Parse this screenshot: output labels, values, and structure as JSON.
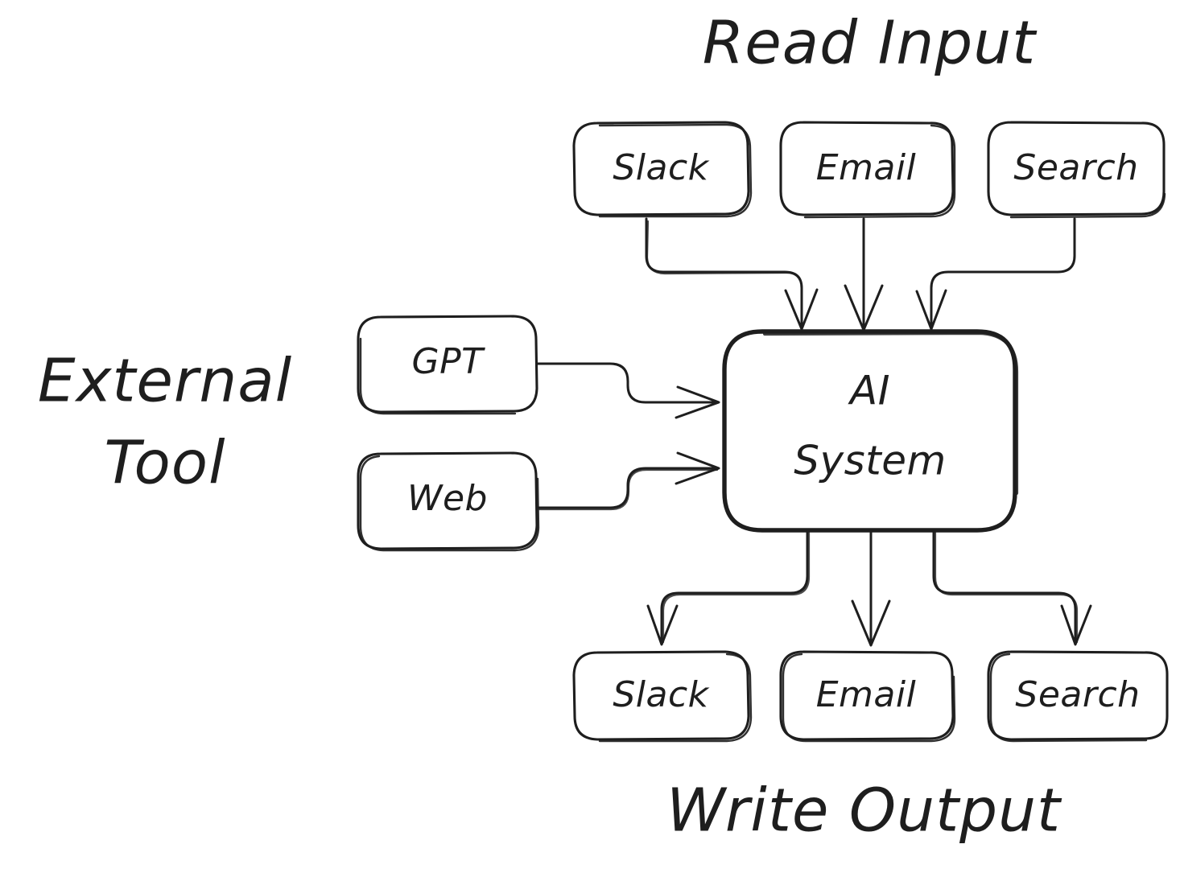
{
  "diagram": {
    "title": "AI System Read Input / Write Output Flow",
    "style": "hand-drawn sketch",
    "stroke_color": "#1e1e1e",
    "background_color": "#ffffff"
  },
  "groups": {
    "read_input": {
      "label": "Read Input"
    },
    "external_tool": {
      "label_line1": "External",
      "label_line2": "Tool"
    },
    "write_output": {
      "label": "Write Output"
    }
  },
  "nodes": {
    "center": {
      "label_line1": "AI",
      "label_line2": "System"
    },
    "inputs": [
      {
        "label": "Slack"
      },
      {
        "label": "Email"
      },
      {
        "label": "Search"
      }
    ],
    "tools": [
      {
        "label": "GPT"
      },
      {
        "label": "Web"
      }
    ],
    "outputs": [
      {
        "label": "Slack"
      },
      {
        "label": "Email"
      },
      {
        "label": "Search"
      }
    ]
  },
  "edges": [
    {
      "from": "Slack",
      "to": "AI System",
      "direction": "down"
    },
    {
      "from": "Email",
      "to": "AI System",
      "direction": "down"
    },
    {
      "from": "Search",
      "to": "AI System",
      "direction": "down"
    },
    {
      "from": "GPT",
      "to": "AI System",
      "direction": "right"
    },
    {
      "from": "Web",
      "to": "AI System",
      "direction": "right"
    },
    {
      "from": "AI System",
      "to": "Slack",
      "direction": "down"
    },
    {
      "from": "AI System",
      "to": "Email",
      "direction": "down"
    },
    {
      "from": "AI System",
      "to": "Search",
      "direction": "down"
    }
  ]
}
